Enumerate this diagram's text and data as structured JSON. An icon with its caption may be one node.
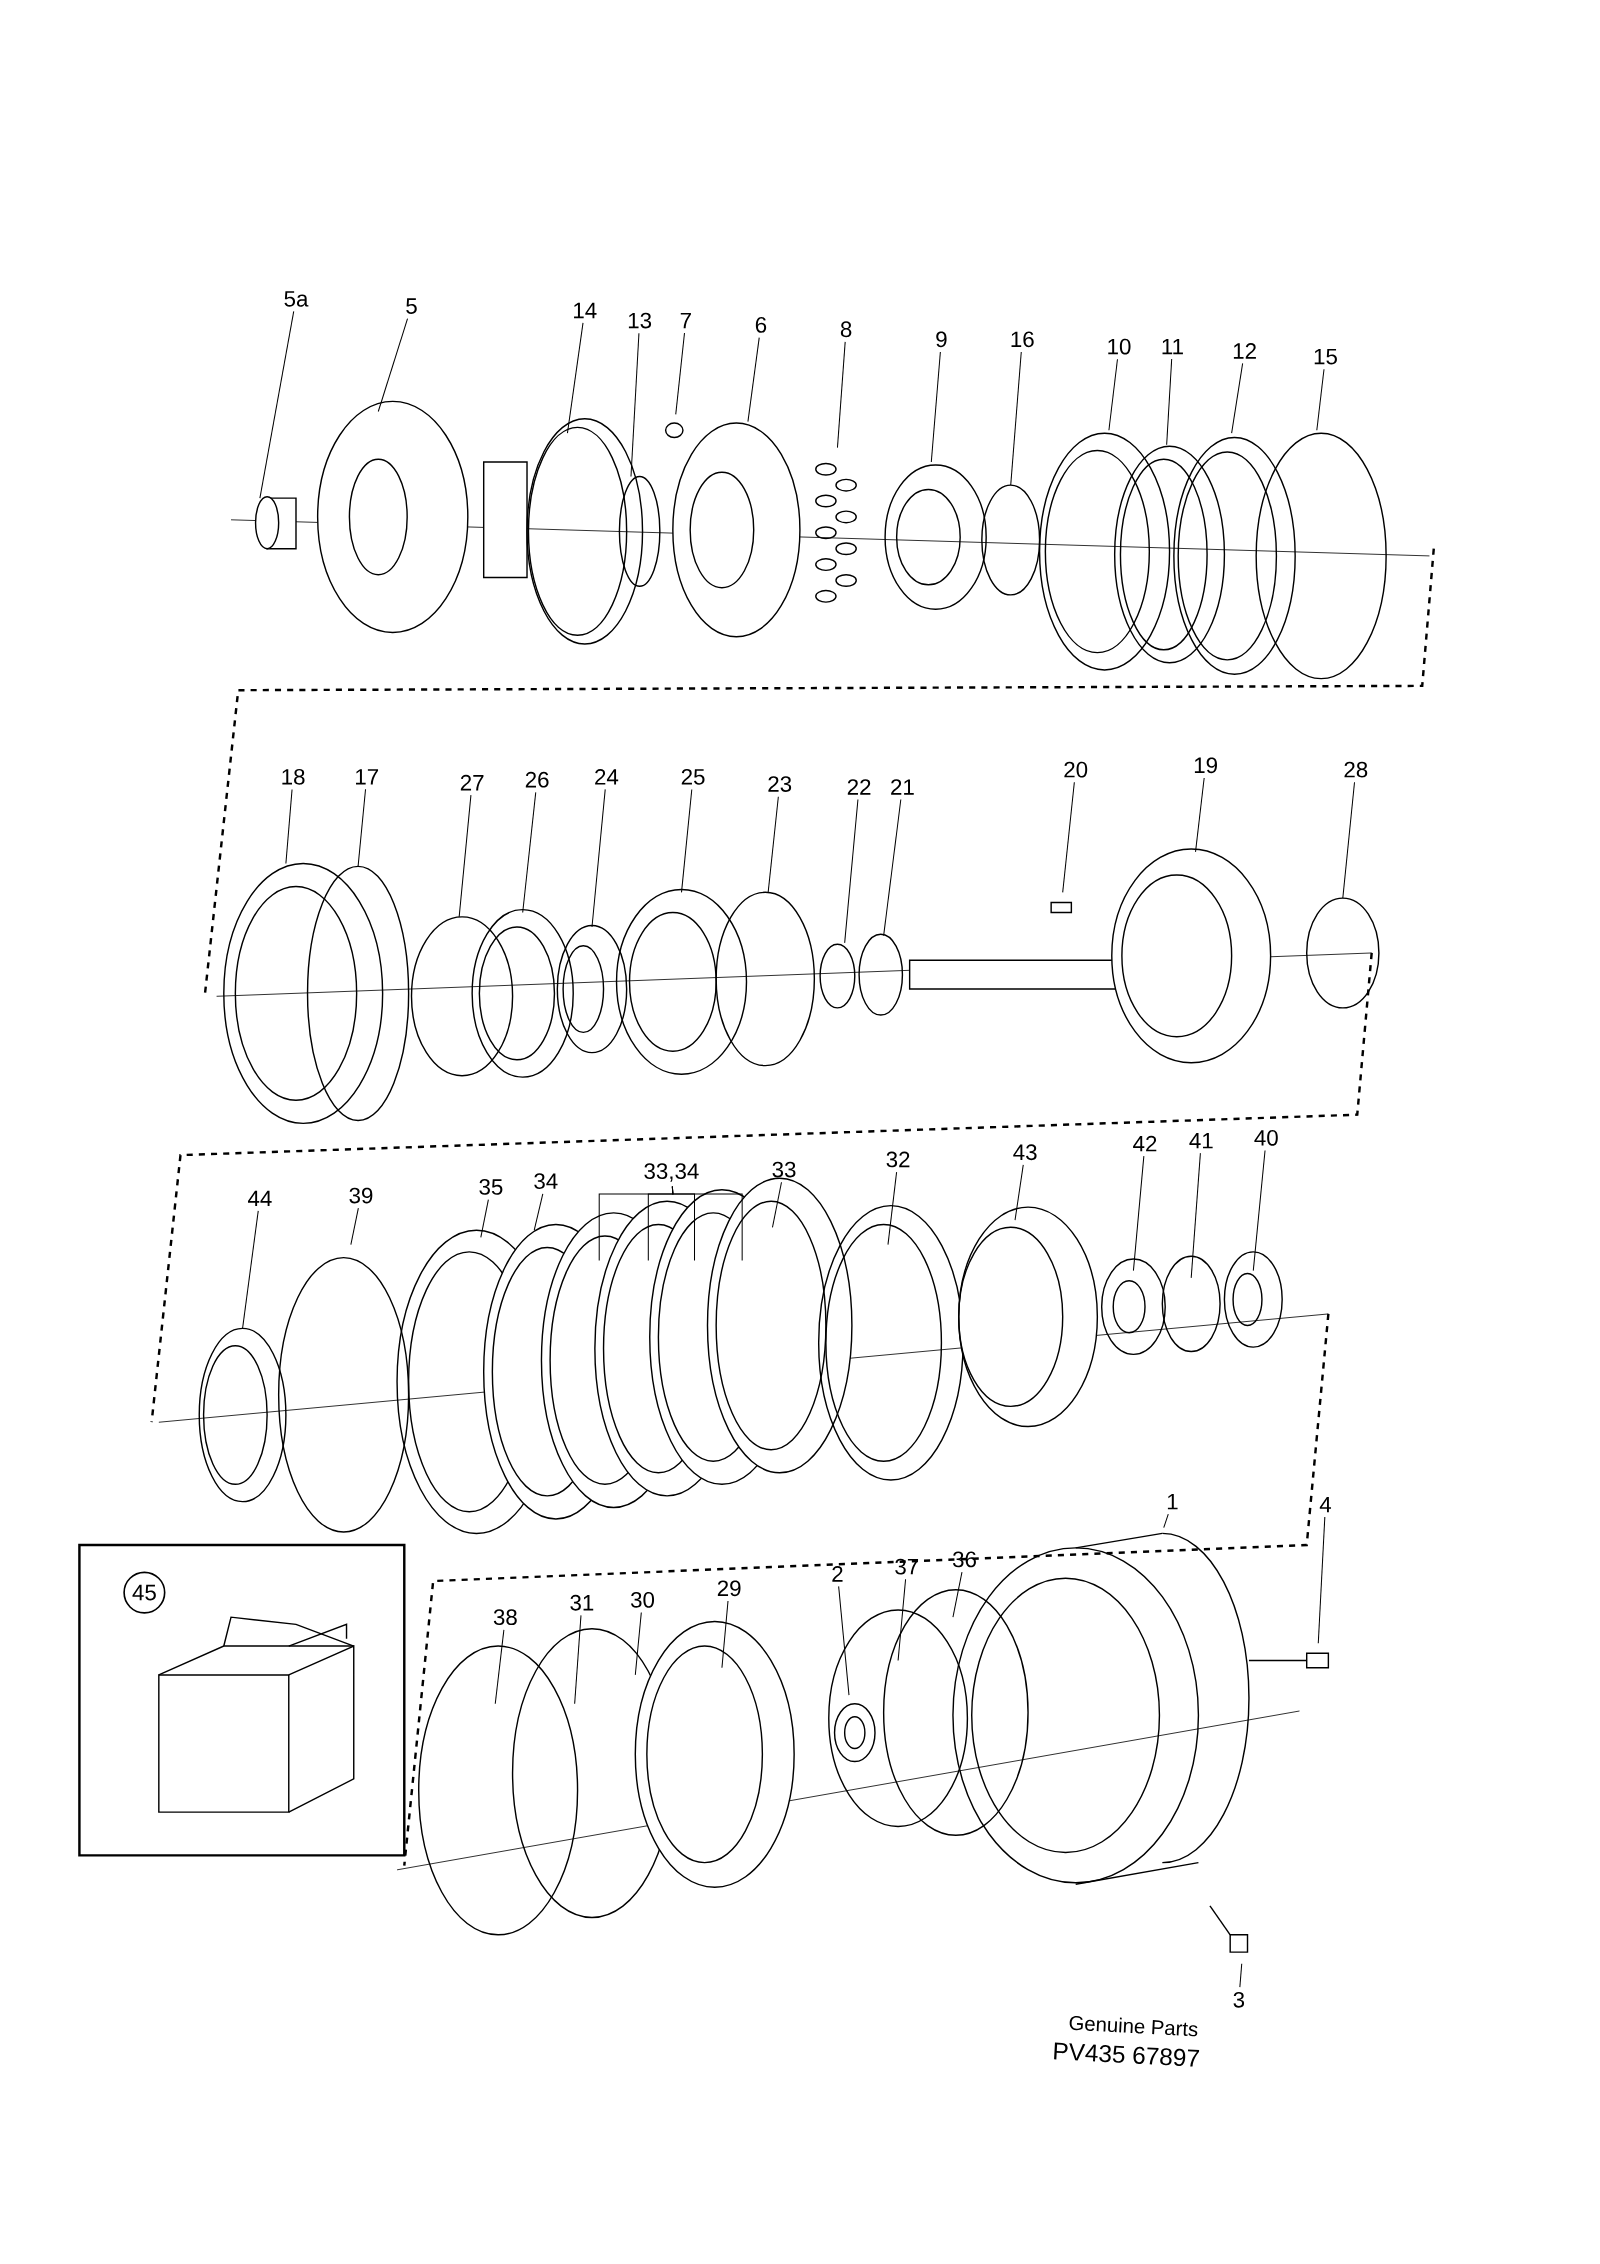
{
  "diagram": {
    "nodes": [
      {
        "text": [
          "5a"
        ]
      },
      {
        "text": [
          "5"
        ]
      },
      {
        "text": [
          "14"
        ]
      },
      {
        "text": [
          "13"
        ]
      },
      {
        "text": [
          "7"
        ]
      },
      {
        "text": [
          "6"
        ]
      },
      {
        "text": [
          "8"
        ]
      },
      {
        "text": [
          "9"
        ]
      },
      {
        "text": [
          "16"
        ]
      },
      {
        "text": [
          "10"
        ]
      },
      {
        "text": [
          "11"
        ]
      },
      {
        "text": [
          "12"
        ]
      },
      {
        "text": [
          "15"
        ]
      },
      {
        "text": [
          "18"
        ]
      },
      {
        "text": [
          "17"
        ]
      },
      {
        "text": [
          "27"
        ]
      },
      {
        "text": [
          "26"
        ]
      },
      {
        "text": [
          "24"
        ]
      },
      {
        "text": [
          "25"
        ]
      },
      {
        "text": [
          "23"
        ]
      },
      {
        "text": [
          "22"
        ]
      },
      {
        "text": [
          "21"
        ]
      },
      {
        "text": [
          "20"
        ]
      },
      {
        "text": [
          "19"
        ]
      },
      {
        "text": [
          "28"
        ]
      },
      {
        "text": [
          "44"
        ]
      },
      {
        "text": [
          "39"
        ]
      },
      {
        "text": [
          "35"
        ]
      },
      {
        "text": [
          "34"
        ]
      },
      {
        "text": [
          "33,34"
        ]
      },
      {
        "text": [
          "33"
        ]
      },
      {
        "text": [
          "32"
        ]
      },
      {
        "text": [
          "43"
        ]
      },
      {
        "text": [
          "42"
        ]
      },
      {
        "text": [
          "41"
        ]
      },
      {
        "text": [
          "40"
        ]
      },
      {
        "text": [
          "45"
        ]
      },
      {
        "text": [
          "38"
        ]
      },
      {
        "text": [
          "31"
        ]
      },
      {
        "text": [
          "30"
        ]
      },
      {
        "text": [
          "29"
        ]
      },
      {
        "text": [
          "2"
        ]
      },
      {
        "text": [
          "37"
        ]
      },
      {
        "text": [
          "36"
        ]
      },
      {
        "text": [
          "1"
        ]
      },
      {
        "text": [
          "4"
        ]
      },
      {
        "text": [
          "3"
        ]
      }
    ],
    "edges": [
      {
        "from": 0,
        "to": null,
        "arrow": "none"
      },
      {
        "from": 1,
        "to": null,
        "arrow": "none"
      },
      {
        "from": 2,
        "to": null,
        "arrow": "none"
      },
      {
        "from": 3,
        "to": null,
        "arrow": "none"
      },
      {
        "from": 4,
        "to": null,
        "arrow": "none"
      },
      {
        "from": 5,
        "to": null,
        "arrow": "none"
      },
      {
        "from": 6,
        "to": null,
        "arrow": "none"
      },
      {
        "from": 7,
        "to": null,
        "arrow": "none"
      },
      {
        "from": 8,
        "to": null,
        "arrow": "none"
      },
      {
        "from": 9,
        "to": null,
        "arrow": "none"
      },
      {
        "from": 10,
        "to": null,
        "arrow": "none"
      },
      {
        "from": 11,
        "to": null,
        "arrow": "none"
      },
      {
        "from": 12,
        "to": null,
        "arrow": "none"
      },
      {
        "from": 13,
        "to": null,
        "arrow": "none"
      },
      {
        "from": 14,
        "to": null,
        "arrow": "none"
      },
      {
        "from": 15,
        "to": null,
        "arrow": "none"
      },
      {
        "from": 16,
        "to": null,
        "arrow": "none"
      },
      {
        "from": 17,
        "to": null,
        "arrow": "none"
      },
      {
        "from": 18,
        "to": null,
        "arrow": "none"
      },
      {
        "from": 19,
        "to": null,
        "arrow": "none"
      },
      {
        "from": 20,
        "to": null,
        "arrow": "none"
      },
      {
        "from": 21,
        "to": null,
        "arrow": "none"
      },
      {
        "from": 22,
        "to": null,
        "arrow": "none"
      },
      {
        "from": 23,
        "to": null,
        "arrow": "none"
      },
      {
        "from": 24,
        "to": null,
        "arrow": "none"
      },
      {
        "from": 25,
        "to": null,
        "arrow": "none"
      },
      {
        "from": 26,
        "to": null,
        "arrow": "none"
      },
      {
        "from": 27,
        "to": null,
        "arrow": "none"
      },
      {
        "from": 28,
        "to": null,
        "arrow": "none"
      },
      {
        "from": 29,
        "to": null,
        "arrow": "none"
      },
      {
        "from": 29,
        "to": null,
        "arrow": "none"
      },
      {
        "from": 29,
        "to": null,
        "arrow": "none"
      },
      {
        "from": 29,
        "to": null,
        "arrow": "none"
      },
      {
        "from": 30,
        "to": null,
        "arrow": "none"
      },
      {
        "from": 31,
        "to": null,
        "arrow": "none"
      },
      {
        "from": 32,
        "to": null,
        "arrow": "none"
      },
      {
        "from": 33,
        "to": null,
        "arrow": "none"
      },
      {
        "from": 34,
        "to": null,
        "arrow": "none"
      },
      {
        "from": 35,
        "to": null,
        "arrow": "none"
      },
      {
        "from": 37,
        "to": null,
        "arrow": "none"
      },
      {
        "from": 38,
        "to": null,
        "arrow": "none"
      },
      {
        "from": 39,
        "to": null,
        "arrow": "none"
      },
      {
        "from": 40,
        "to": null,
        "arrow": "none"
      },
      {
        "from": 41,
        "to": null,
        "arrow": "none"
      },
      {
        "from": 42,
        "to": null,
        "arrow": "none"
      },
      {
        "from": 43,
        "to": null,
        "arrow": "none"
      },
      {
        "from": 44,
        "to": null,
        "arrow": "none"
      },
      {
        "from": 45,
        "to": null,
        "arrow": "none"
      },
      {
        "from": 46,
        "to": null,
        "arrow": "none"
      }
    ],
    "labels": [
      "Genuine Parts",
      "PV435 67897"
    ]
  }
}
